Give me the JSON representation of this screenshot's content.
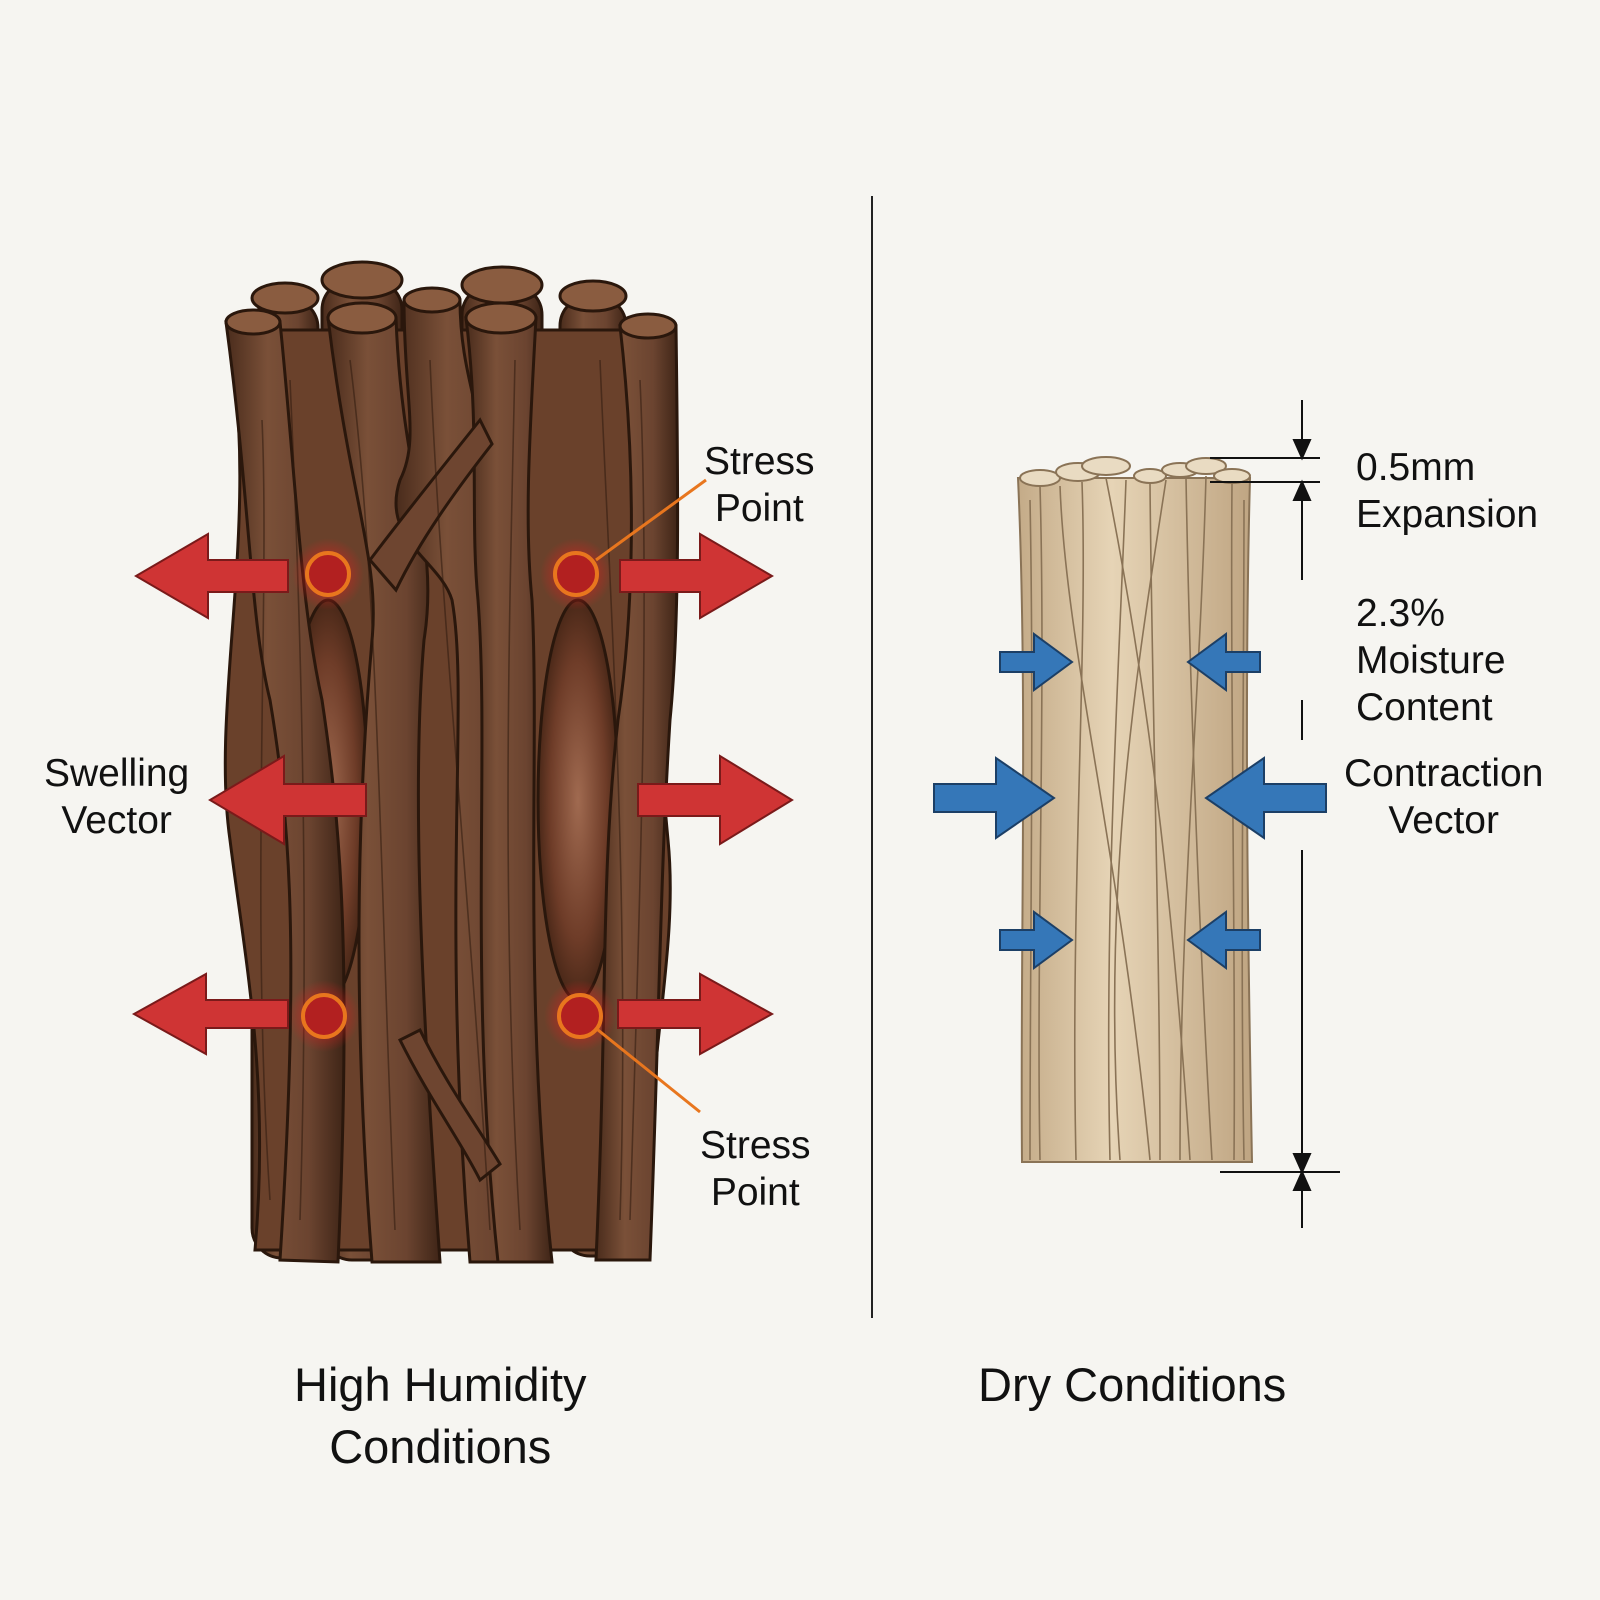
{
  "high_humidity": {
    "caption_line1": "High Humidity",
    "caption_line2": "Conditions",
    "stress_top_line1": "Stress",
    "stress_top_line2": "Point",
    "stress_bottom_line1": "Stress",
    "stress_bottom_line2": "Point",
    "swelling_line1": "Swelling",
    "swelling_line2": "Vector"
  },
  "dry": {
    "caption": "Dry Conditions",
    "expansion_value": "0.5mm",
    "expansion_label": "Expansion",
    "moisture_value": "2.3%",
    "moisture_line1": "Moisture",
    "moisture_line2": "Content",
    "contraction_line1": "Contraction",
    "contraction_line2": "Vector"
  },
  "colors": {
    "wet_wood": "#6e4530",
    "dry_wood": "#dcc7a6",
    "swelling_arrow": "#cf3434",
    "contraction_arrow": "#3577b8",
    "stress_ring": "#e8761e"
  }
}
